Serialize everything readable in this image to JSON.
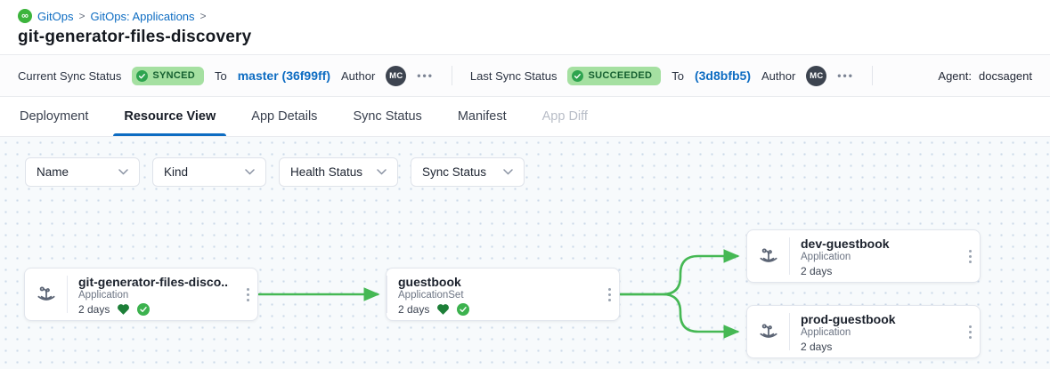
{
  "breadcrumb": {
    "logo_glyph": "∞",
    "items": [
      {
        "label": "GitOps"
      },
      {
        "label": "GitOps: Applications"
      }
    ],
    "separator": ">"
  },
  "page_title": "git-generator-files-discovery",
  "status_bar": {
    "current": {
      "label": "Current Sync Status",
      "badge": "SYNCED",
      "to_label": "To",
      "ref": "master (36f99ff)",
      "author_label": "Author",
      "avatar": "MC",
      "more": "•••"
    },
    "last": {
      "label": "Last Sync Status",
      "badge": "SUCCEEDED",
      "to_label": "To",
      "ref": "(3d8bfb5)",
      "author_label": "Author",
      "avatar": "MC",
      "more": "•••"
    },
    "agent": {
      "label": "Agent:",
      "value": "docsagent"
    }
  },
  "tabs": [
    {
      "label": "Deployment",
      "active": false
    },
    {
      "label": "Resource View",
      "active": true
    },
    {
      "label": "App Details",
      "active": false
    },
    {
      "label": "Sync Status",
      "active": false
    },
    {
      "label": "Manifest",
      "active": false
    },
    {
      "label": "App Diff",
      "active": false,
      "disabled": true
    }
  ],
  "filters": [
    "Name",
    "Kind",
    "Health Status",
    "Sync Status"
  ],
  "graph": {
    "nodes": [
      {
        "title": "git-generator-files-disco...",
        "kind": "Application",
        "age": "2 days",
        "icon": true,
        "health": true,
        "synced": true
      },
      {
        "title": "guestbook",
        "kind": "ApplicationSet",
        "age": "2 days",
        "icon": false,
        "health": true,
        "synced": true
      },
      {
        "title": "dev-guestbook",
        "kind": "Application",
        "age": "2 days",
        "icon": true,
        "health": false,
        "synced": false
      },
      {
        "title": "prod-guestbook",
        "kind": "Application",
        "age": "2 days",
        "icon": true,
        "health": false,
        "synced": false
      }
    ]
  },
  "colors": {
    "accent_blue": "#0d6cc2",
    "edge_green": "#45b854",
    "badge_bg": "#a5e0a1",
    "badge_text": "#155f30",
    "badge_check": "#2ea44f",
    "health_heart": "#1d7f38",
    "sync_check": "#3cb24e",
    "logo_green": "#3cb43c",
    "avatar_bg": "#3d4450"
  }
}
